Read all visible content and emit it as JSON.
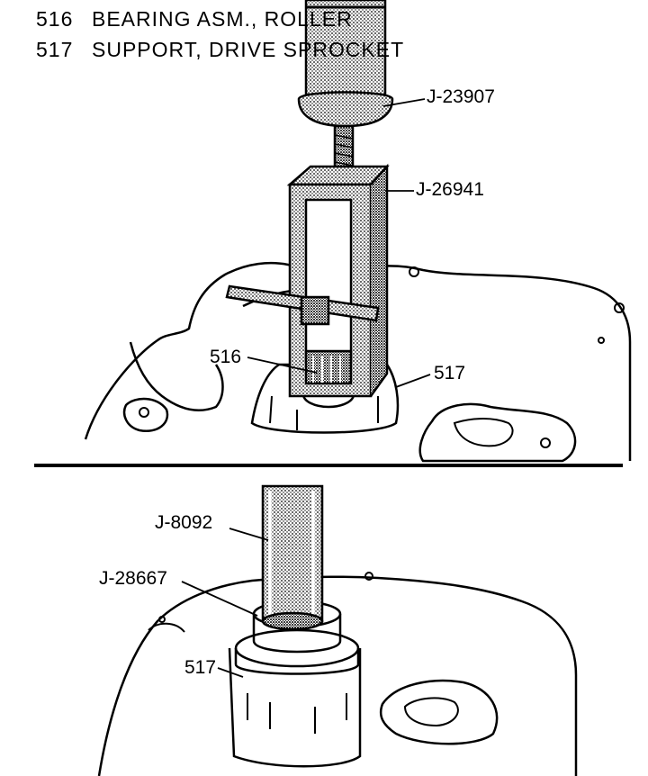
{
  "legend": [
    {
      "num": "516",
      "text": "BEARING ASM., ROLLER"
    },
    {
      "num": "517",
      "text": "SUPPORT, DRIVE SPROCKET"
    }
  ],
  "top_view": {
    "tool_j23907": "J-23907",
    "tool_j26941": "J-26941",
    "part_516": "516",
    "part_517": "517"
  },
  "bottom_view": {
    "tool_j8092": "J-8092",
    "tool_j28667": "J-28667",
    "part_517": "517"
  }
}
